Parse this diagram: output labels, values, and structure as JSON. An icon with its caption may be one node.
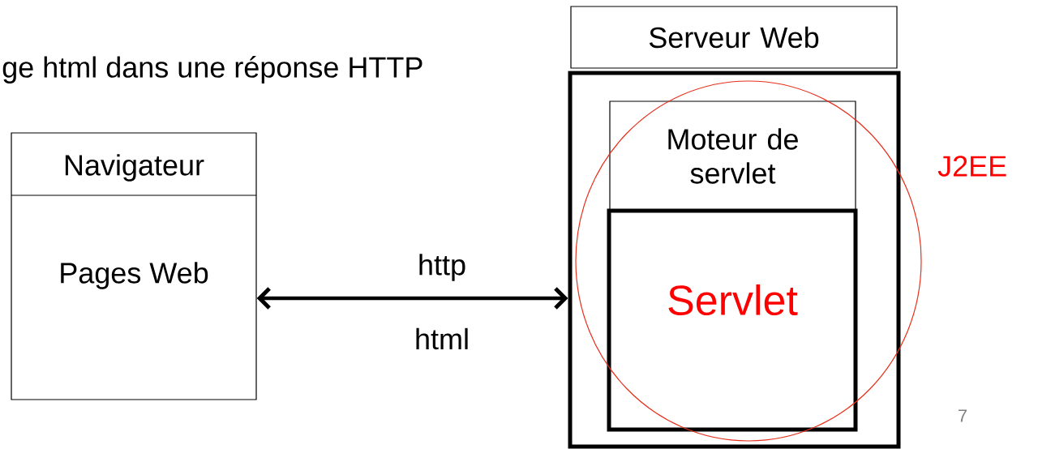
{
  "diagram": {
    "nodes": [
      {
        "text": [
          "Navigateur",
          "Pages Web"
        ]
      },
      {
        "text": [
          "Serveur Web"
        ]
      },
      {
        "text": [],
        "shape": "box"
      },
      {
        "text": [
          "Moteur de servlet"
        ],
        "in": 2
      },
      {
        "text": [
          "Servlet"
        ],
        "in": 2
      },
      {
        "text": [],
        "shape": "circle",
        "beside": [
          "J2EE"
        ]
      }
    ],
    "edges": [
      {
        "from": 0,
        "to": 2,
        "arrow": "both",
        "label": "http"
      }
    ],
    "labels": [
      "ge html dans une réponse HTTP",
      "html",
      "7"
    ]
  }
}
